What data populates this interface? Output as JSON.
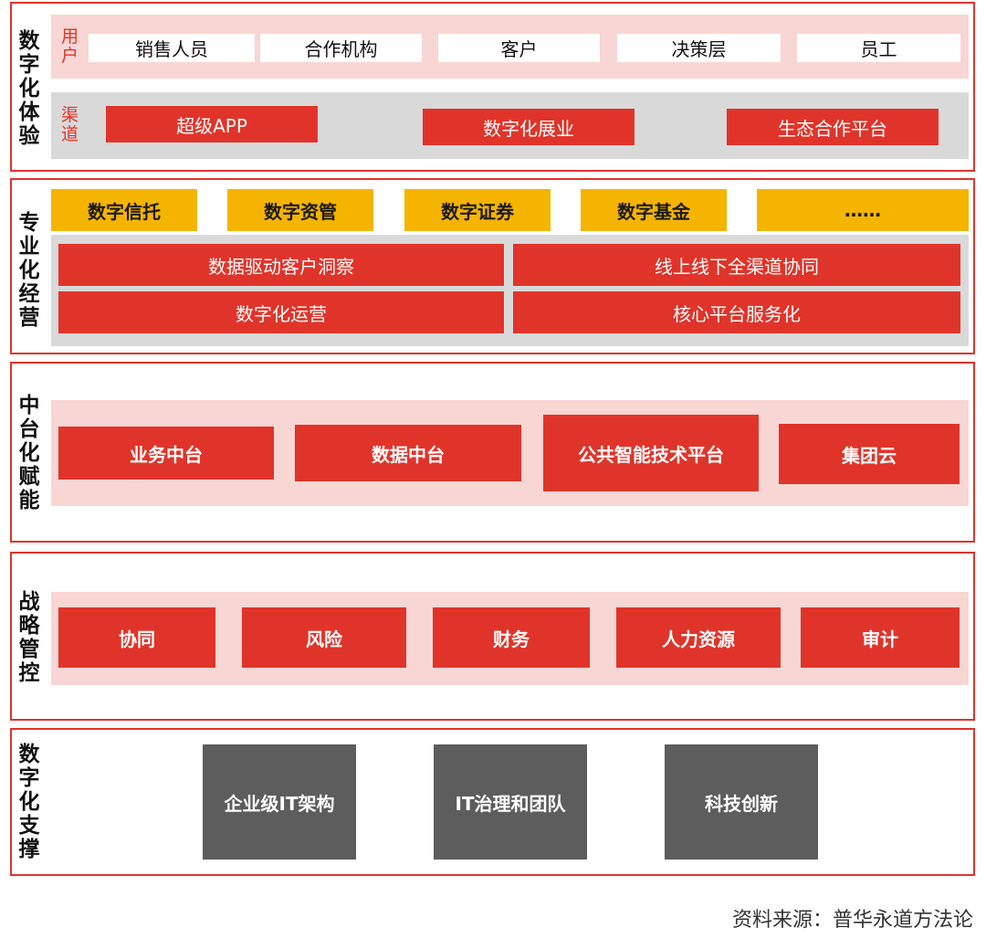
{
  "sections": {
    "experience": {
      "label_chars": [
        "数",
        "字",
        "化",
        "体",
        "验"
      ],
      "users": {
        "label_chars": [
          "用",
          "户"
        ],
        "items": [
          "销售人员",
          "合作机构",
          "客户",
          "决策层",
          "员工"
        ]
      },
      "channels": {
        "label_chars": [
          "渠",
          "道"
        ],
        "items": [
          "超级APP",
          "数字化展业",
          "生态合作平台"
        ]
      }
    },
    "operations": {
      "label_chars": [
        "专",
        "业",
        "化",
        "经",
        "营"
      ],
      "businesses": [
        "数字信托",
        "数字资管",
        "数字证券",
        "数字基金",
        "……"
      ],
      "capabilities": [
        "数据驱动客户洞察",
        "线上线下全渠道协同",
        "数字化运营",
        "核心平台服务化"
      ]
    },
    "middle_platform": {
      "label_chars": [
        "中",
        "台",
        "化",
        "赋",
        "能"
      ],
      "items": [
        "业务中台",
        "数据中台",
        "公共智能技术平台",
        "集团云"
      ]
    },
    "control": {
      "label_chars": [
        "战",
        "略",
        "管",
        "控"
      ],
      "items": [
        "协同",
        "风险",
        "财务",
        "人力资源",
        "审计"
      ]
    },
    "support": {
      "label_chars": [
        "数",
        "字",
        "化",
        "支",
        "撑"
      ],
      "items": [
        "企业级IT架构",
        "IT治理和团队",
        "科技创新"
      ]
    }
  },
  "source": "资料来源：普华永道方法论",
  "colors": {
    "red": "#e0342a",
    "pink": "#f8d6d3",
    "gray_band": "#d9d9d9",
    "orange": "#f5b400",
    "dark_gray": "#5d5d5d"
  }
}
